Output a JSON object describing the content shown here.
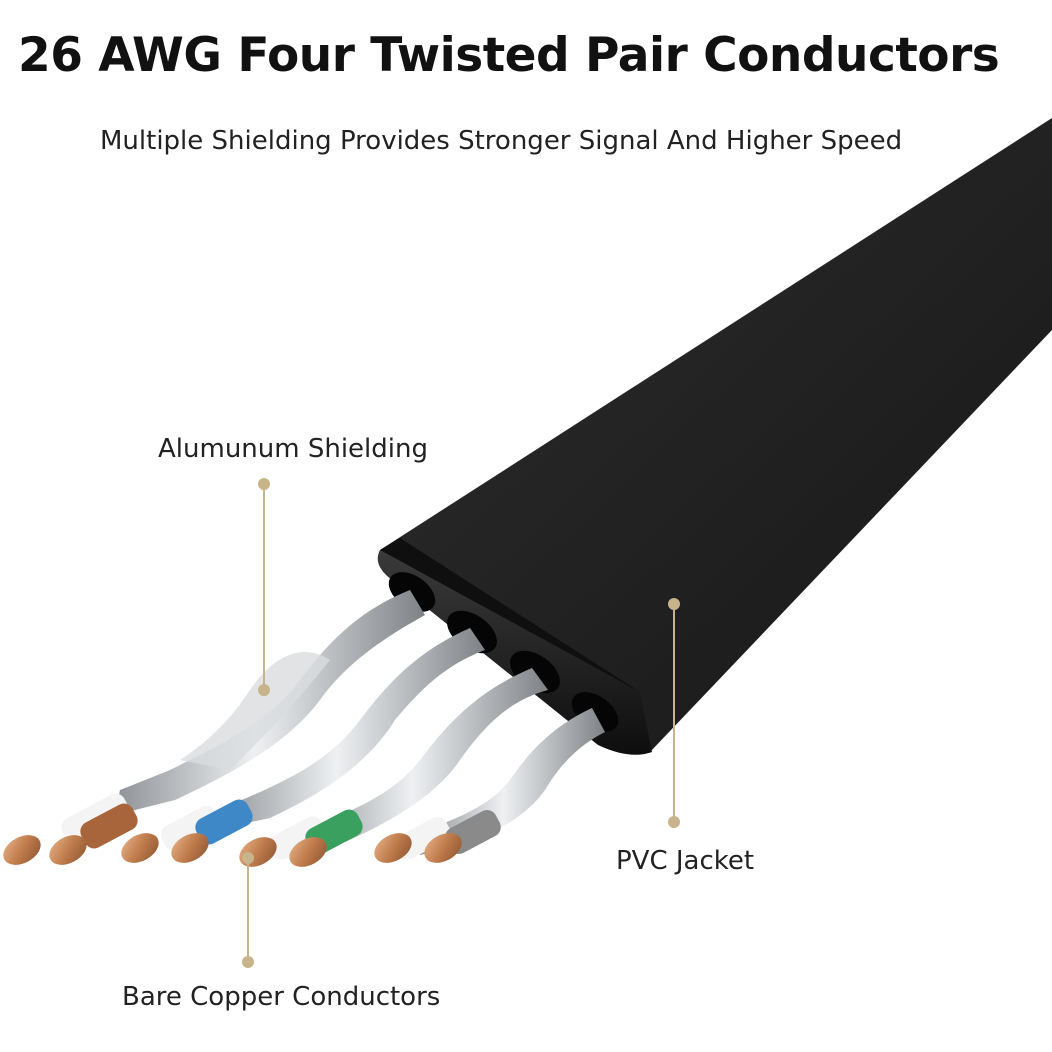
{
  "header": {
    "title": "26 AWG Four Twisted Pair Conductors",
    "subtitle": "Multiple Shielding Provides Stronger Signal And Higher Speed"
  },
  "callouts": {
    "shielding": "Alumunum Shielding",
    "jacket": "PVC Jacket",
    "conductors": "Bare Copper Conductors"
  },
  "colors": {
    "jacket": "#1c1c1c",
    "callout_line": "#c8b48a",
    "copper": "#c98a5a",
    "shield": "#c4c6c8",
    "pair_brown": "#a8643a",
    "pair_blue": "#3f88c8",
    "pair_green": "#3aa060",
    "pair_gray": "#8a8a8a"
  }
}
